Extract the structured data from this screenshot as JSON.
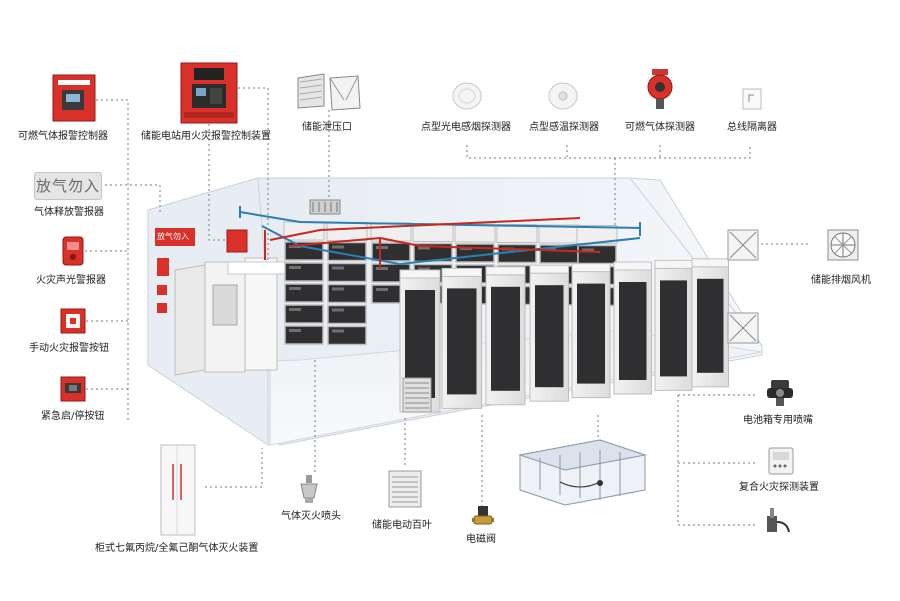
{
  "labels": {
    "combustible_gas_controller": "可燃气体报警控制器",
    "fire_alarm_controller": "储能电站用火灾报警控制装置",
    "pressure_relief_vent": "储能泄压口",
    "smoke_detector": "点型光电感烟探测器",
    "heat_detector": "点型感温探测器",
    "gas_detector": "可燃气体探测器",
    "bus_isolator": "总线隔离器",
    "gas_release_alarm": "气体释放警报器",
    "sound_light_alarm": "火灾声光警报器",
    "manual_call_point": "手动火灾报警按钮",
    "emergency_stop_button": "紧急启/停按钮",
    "exhaust_fan": "储能排烟风机",
    "battery_nozzle": "电池箱专用喷嘴",
    "composite_detector": "复合火灾探测装置",
    "cabinet_extinguisher": "柜式七氟丙烷/全氟己酮气体灭火装置",
    "gas_nozzle": "气体灭火喷头",
    "electric_louver": "储能电动百叶",
    "solenoid_valve": "电磁阀"
  },
  "device_text": {
    "release_sign": "放气勿入",
    "room_sign": "放气勿入"
  },
  "colors": {
    "alarm_red": "#d9302a",
    "pipe_red": "#c8281f",
    "pipe_blue": "#2a7fb4",
    "dotted_line": "#7a7a7a",
    "cabinet_dark": "#2f2f31",
    "wall_tint": "#dfe6ee"
  },
  "icons": [
    "controller-box-icon",
    "fire-panel-icon",
    "vent-grille-icon",
    "smoke-detector-icon",
    "heat-detector-icon",
    "gas-detector-icon",
    "isolator-icon",
    "sound-light-alarm-icon",
    "manual-call-point-icon",
    "stop-button-icon",
    "fan-icon",
    "nozzle-icon",
    "composite-detector-icon",
    "extinguisher-cabinet-icon",
    "gas-nozzle-icon",
    "louver-icon",
    "solenoid-valve-icon",
    "temperature-probe-icon"
  ]
}
